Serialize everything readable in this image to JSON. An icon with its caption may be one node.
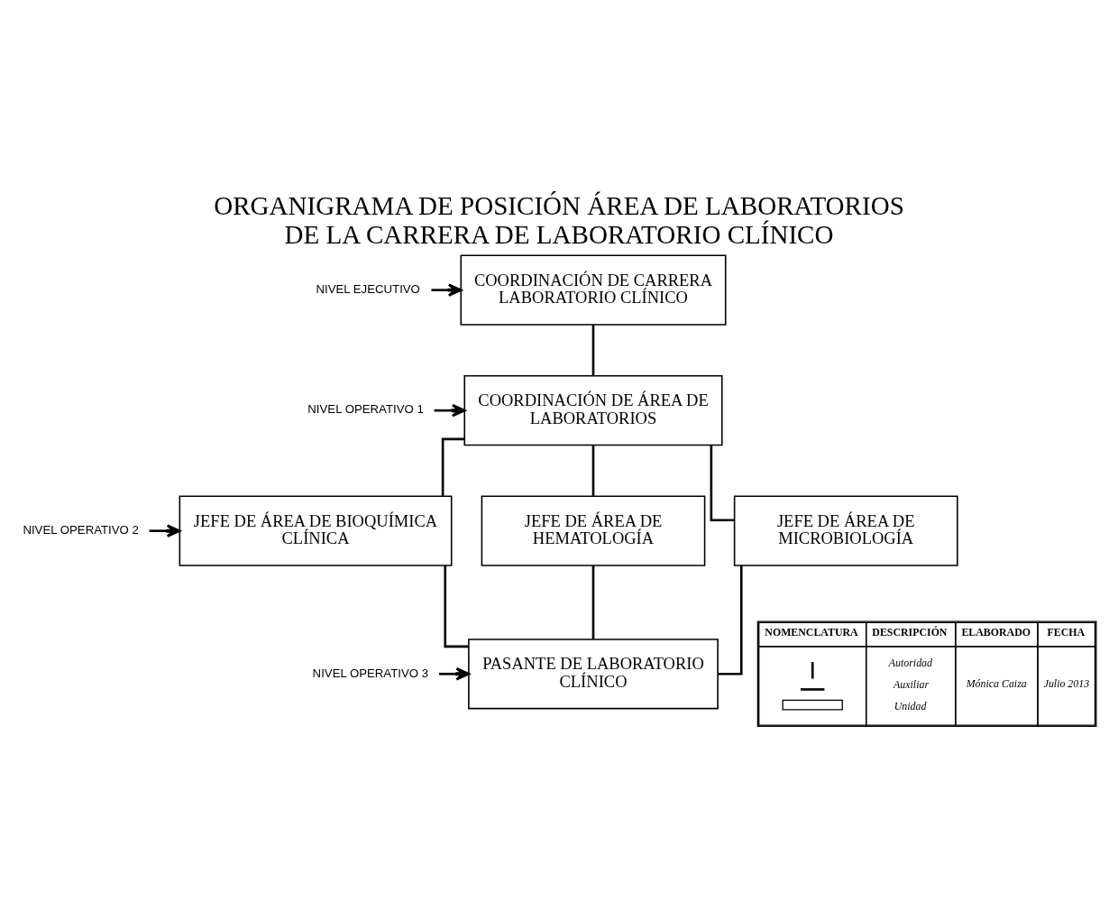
{
  "diagram": {
    "title": "ORGANIGRAMA DE POSICIÓN ÁREA DE LABORATORIOS DE LA CARRERA DE LABORATORIO CLÍNICO",
    "nodes": [
      {
        "text": [
          "COORDINACIÓN DE CARRERA LABORATORIO CLÍNICO"
        ]
      },
      {
        "text": [
          "COORDINACIÓN DE ÁREA DE LABORATORIOS"
        ]
      },
      {
        "text": [
          "JEFE DE ÁREA DE BIOQUÍMICA CLÍNICA"
        ]
      },
      {
        "text": [
          "JEFE DE ÁREA DE HEMATOLOGÍA"
        ]
      },
      {
        "text": [
          "JEFE DE ÁREA DE MICROBIOLOGÍA"
        ]
      },
      {
        "text": [
          "PASANTE DE LABORATORIO CLÍNICO"
        ]
      },
      {
        "text": [
          "NIVEL EJECUTIVO"
        ]
      },
      {
        "text": [
          "NIVEL OPERATIVO 1"
        ]
      },
      {
        "text": [
          "NIVEL OPERATIVO 2"
        ]
      },
      {
        "text": [
          "NIVEL OPERATIVO 3"
        ]
      }
    ],
    "edges": [
      {
        "from": 0,
        "to": 1,
        "arrow": "none"
      },
      {
        "from": 1,
        "to": 2,
        "arrow": "none"
      },
      {
        "from": 1,
        "to": 3,
        "arrow": "none"
      },
      {
        "from": 1,
        "to": 4,
        "arrow": "none"
      },
      {
        "from": 2,
        "to": 5,
        "arrow": "none"
      },
      {
        "from": 3,
        "to": 5,
        "arrow": "none"
      },
      {
        "from": 4,
        "to": 5,
        "arrow": "none"
      },
      {
        "from": 6,
        "to": 0,
        "arrow": "to"
      },
      {
        "from": 7,
        "to": 1,
        "arrow": "to"
      },
      {
        "from": 8,
        "to": 2,
        "arrow": "to"
      },
      {
        "from": 9,
        "to": 5,
        "arrow": "to"
      }
    ],
    "labels": [
      "NOMENCLATURA",
      "DESCRIPCIÓN",
      "ELABORADO",
      "FECHA",
      "Autoridad",
      "Auxiliar",
      "Unidad",
      "Mónica Caiza",
      "Julio 2013"
    ]
  }
}
